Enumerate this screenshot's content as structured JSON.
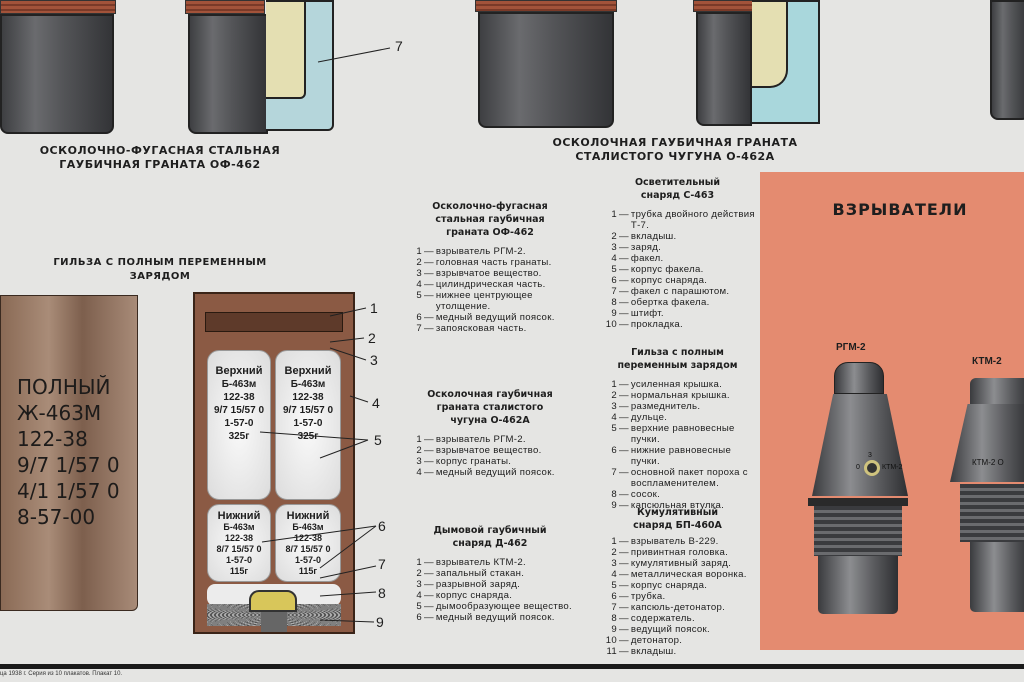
{
  "top": {
    "callout_7": "7",
    "title_of462": [
      "ОСКОЛОЧНО-ФУГАСНАЯ СТАЛЬНАЯ",
      "ГАУБИЧНАЯ ГРАНАТА ОФ-462"
    ],
    "title_o462a": [
      "ОСКОЛОЧНАЯ ГАУБИЧНАЯ ГРАНАТА",
      "СТАЛИСТОГО ЧУГУНА О-462А"
    ]
  },
  "cartridge": {
    "title": [
      "ГИЛЬЗА С ПОЛНЫМ ПЕРЕМЕННЫМ",
      "ЗАРЯДОМ"
    ],
    "case_marking": [
      "ПОЛНЫЙ",
      "Ж-463М",
      "122-38",
      "9/7  1/57 0",
      "4/1  1/57 0",
      "8-57-00"
    ],
    "upper_bag": [
      "Верхний",
      "Б-463м",
      "122-38",
      "9/7 15/57 0",
      "1-57-0",
      "325г"
    ],
    "lower_bag": [
      "Нижний",
      "Б-463м",
      "122-38",
      "8/7 15/57 0",
      "1-57-0",
      "115г"
    ],
    "callouts": [
      "1",
      "2",
      "3",
      "4",
      "5",
      "6",
      "7",
      "8",
      "9"
    ]
  },
  "legends": [
    {
      "title": [
        "Осколочно-фугасная",
        "стальная гаубичная",
        "граната ОФ-462"
      ],
      "items": [
        [
          "1",
          "взрыватель РГМ-2."
        ],
        [
          "2",
          "головная часть гранаты."
        ],
        [
          "3",
          "взрывчатое вещество."
        ],
        [
          "4",
          "цилиндрическая часть."
        ],
        [
          "5",
          "нижнее центрующее утолщение."
        ],
        [
          "6",
          "медный ведущий поясок."
        ],
        [
          "7",
          "запоясковая часть."
        ]
      ]
    },
    {
      "title": [
        "Осколочная гаубичная",
        "граната сталистого",
        "чугуна О-462А"
      ],
      "items": [
        [
          "1",
          "взрыватель РГМ-2."
        ],
        [
          "2",
          "взрывчатое вещество."
        ],
        [
          "3",
          "корпус гранаты."
        ],
        [
          "4",
          "медный ведущий поясок."
        ]
      ]
    },
    {
      "title": [
        "Дымовой гаубичный",
        "снаряд Д-462"
      ],
      "items": [
        [
          "1",
          "взрыватель КТМ-2."
        ],
        [
          "2",
          "запальный стакан."
        ],
        [
          "3",
          "разрывной заряд."
        ],
        [
          "4",
          "корпус снаряда."
        ],
        [
          "5",
          "дымообразующее вещество."
        ],
        [
          "6",
          "медный ведущий поясок."
        ]
      ]
    },
    {
      "title": [
        "Осветительный",
        "снаряд С-463"
      ],
      "items": [
        [
          "1",
          "трубка двойного действия Т-7."
        ],
        [
          "2",
          "вкладыш."
        ],
        [
          "3",
          "заряд."
        ],
        [
          "4",
          "факел."
        ],
        [
          "5",
          "корпус факела."
        ],
        [
          "6",
          "корпус снаряда."
        ],
        [
          "7",
          "факел с парашютом."
        ],
        [
          "8",
          "обертка факела."
        ],
        [
          "9",
          "штифт."
        ],
        [
          "10",
          "прокладка."
        ]
      ]
    },
    {
      "title": [
        "Гильза с полным",
        "переменным зарядом"
      ],
      "items": [
        [
          "1",
          "усиленная крышка."
        ],
        [
          "2",
          "нормальная крышка."
        ],
        [
          "3",
          "размеднитель."
        ],
        [
          "4",
          "дульце."
        ],
        [
          "5",
          "верхние равновесные пучки."
        ],
        [
          "6",
          "нижние равновесные пучки."
        ],
        [
          "7",
          "основной пакет пороха с воспламенителем."
        ],
        [
          "8",
          "сосок."
        ],
        [
          "9",
          "капсюльная втулка."
        ]
      ]
    },
    {
      "title": [
        "Кумулятивный",
        "снаряд БП-460А"
      ],
      "items": [
        [
          "1",
          "взрыватель В-229."
        ],
        [
          "2",
          "привинтная головка."
        ],
        [
          "3",
          "кумулятивный заряд."
        ],
        [
          "4",
          "металлическая воронка."
        ],
        [
          "5",
          "корпус снаряда."
        ],
        [
          "6",
          "трубка."
        ],
        [
          "7",
          "капсюль-детонатор."
        ],
        [
          "8",
          "содержатель."
        ],
        [
          "9",
          "ведущий поясок."
        ],
        [
          "10",
          "детонатор."
        ],
        [
          "11",
          "вкладыш."
        ]
      ]
    }
  ],
  "fuzes": {
    "title": "ВЗРЫВАТЕЛИ",
    "rgm_label": "РГМ-2",
    "ktm_label": "КТМ-2",
    "rgm_body_text": "КТМ-2",
    "ktm_body_text": "КТМ-2 О",
    "rgm_dial_3": "3",
    "rgm_dial_0": "0",
    "color": "#e48b70"
  },
  "footer": "ца 1938 г. Серия из 10 плакатов. Плакат 10."
}
